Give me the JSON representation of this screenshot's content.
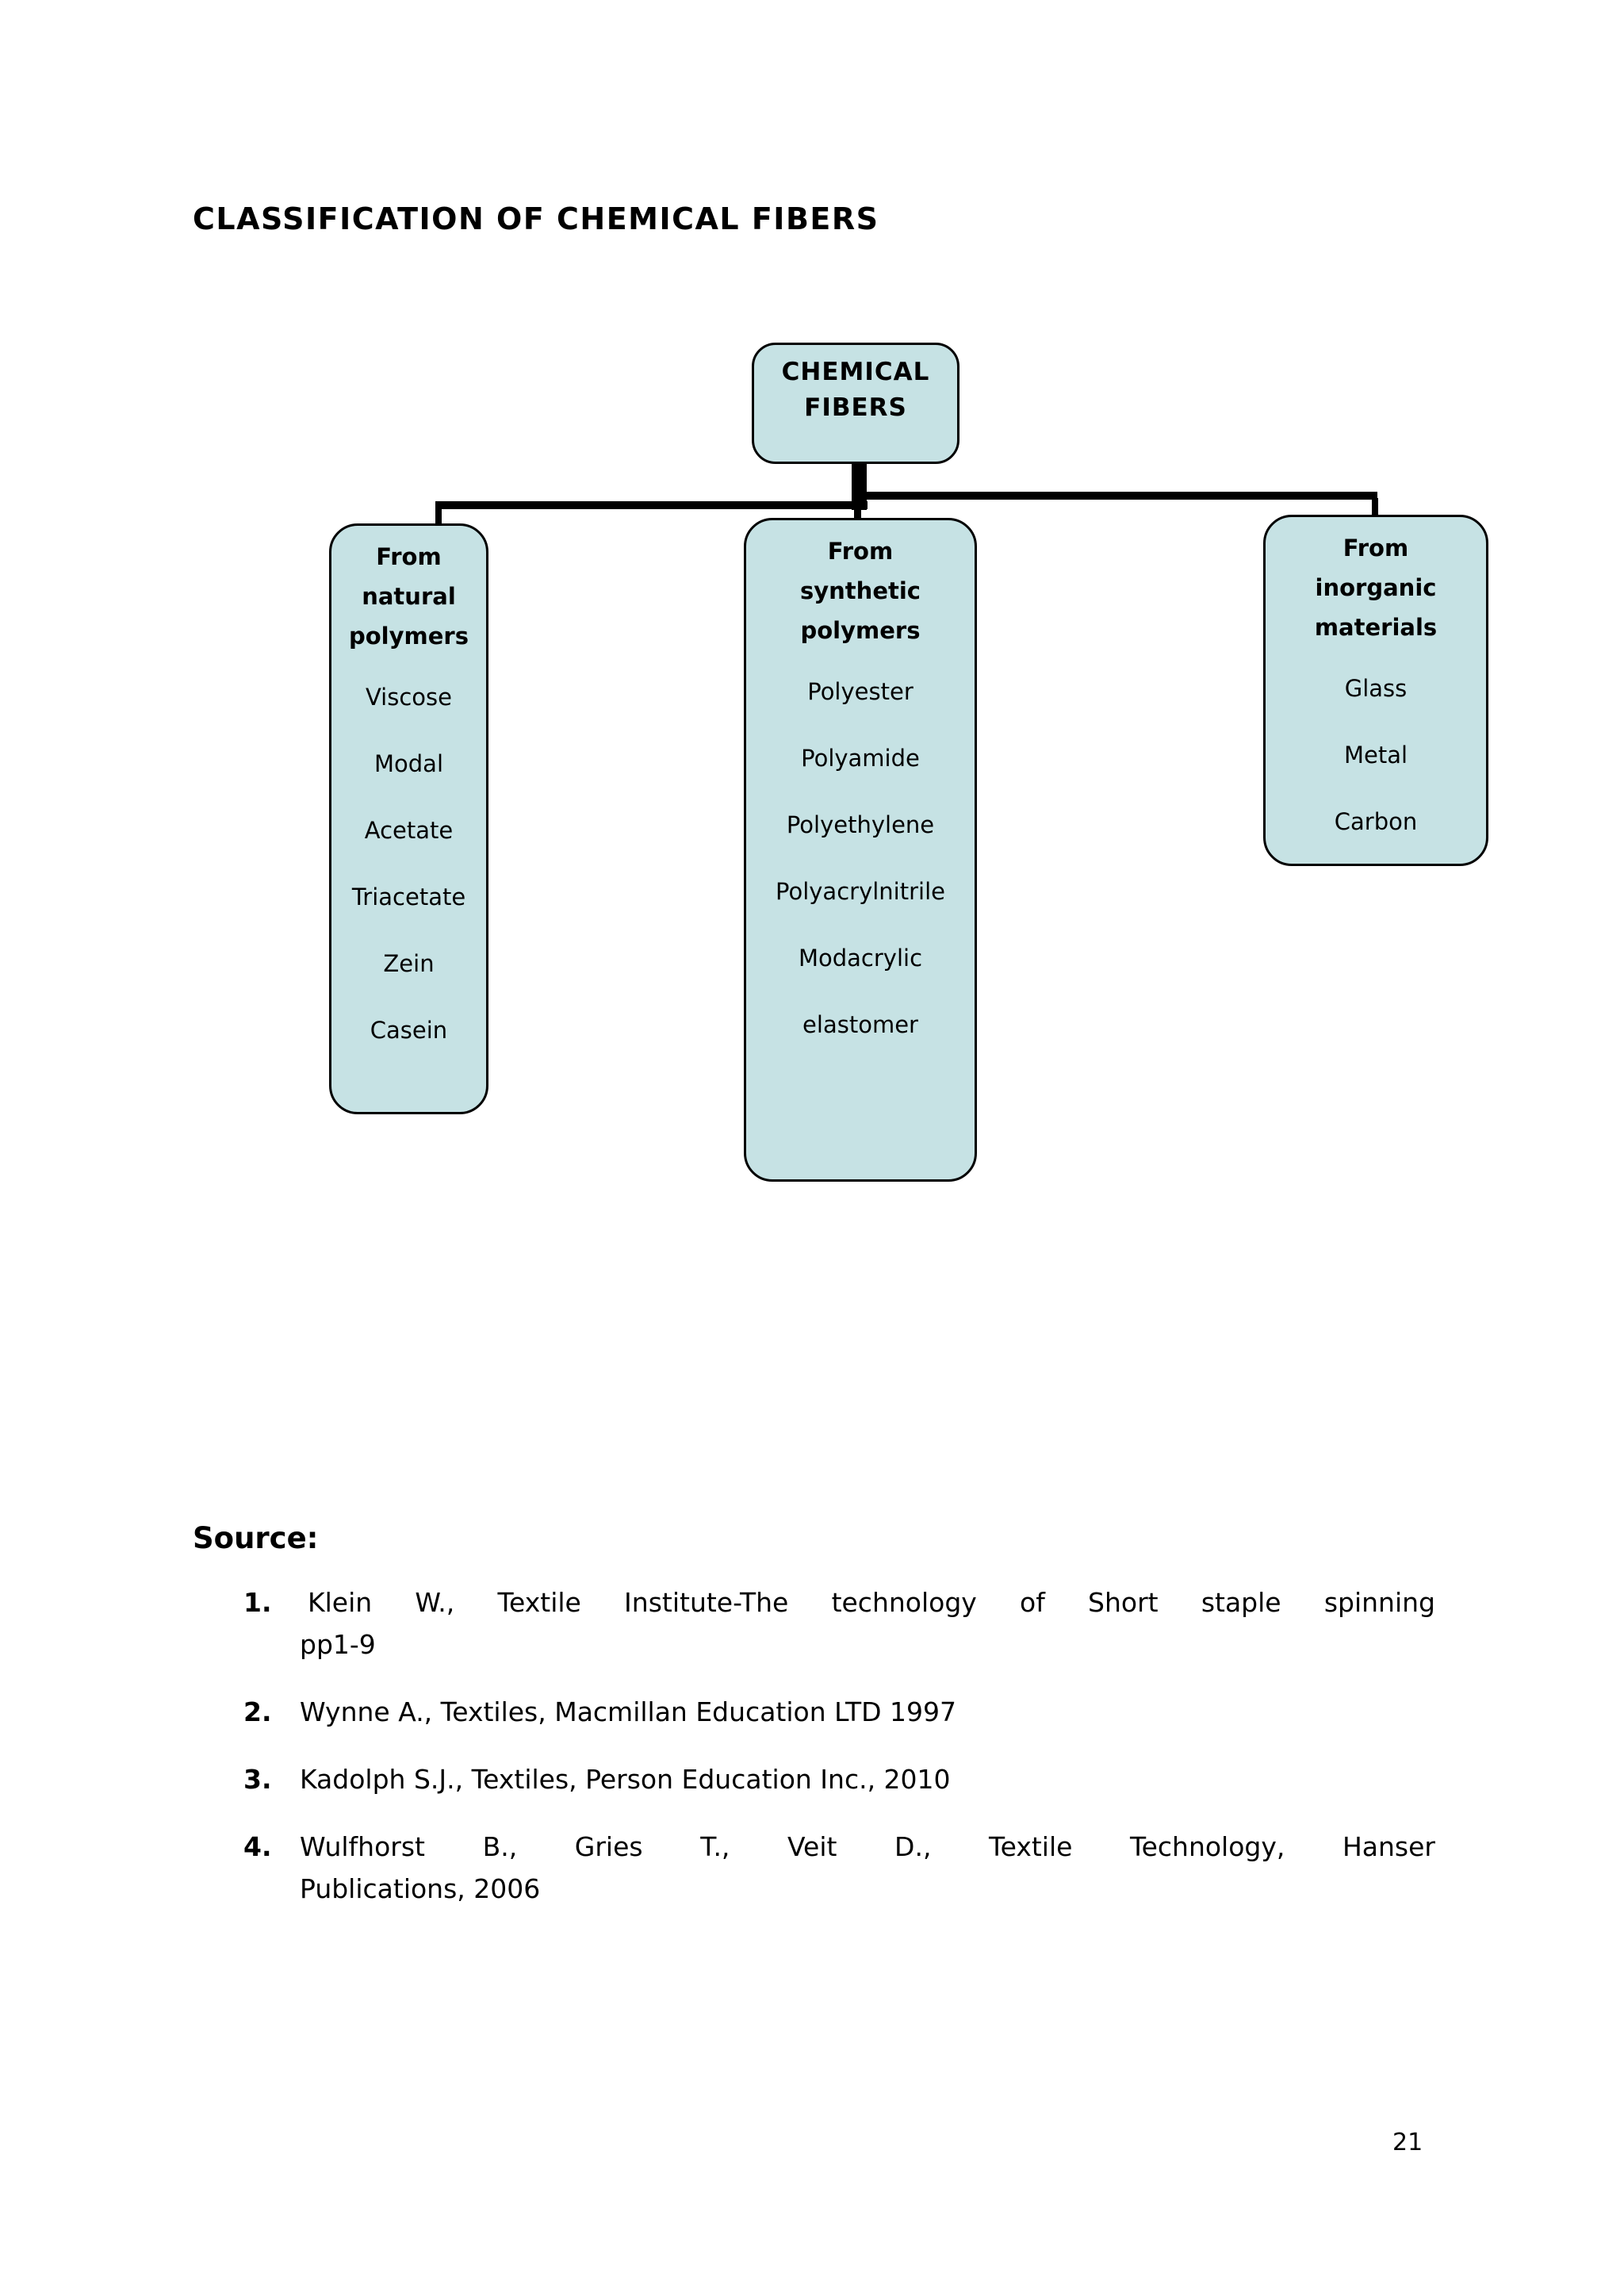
{
  "page": {
    "title": "CLASSIFICATION OF CHEMICAL FIBERS",
    "page_number": "21"
  },
  "diagram": {
    "box_fill_color": "#c6e2e4",
    "line_color": "#000000",
    "root_label": "CHEMICAL\nFIBERS",
    "branches": [
      {
        "header": "From\nnatural\npolymers",
        "items": [
          "Viscose",
          "Modal",
          "Acetate",
          "Triacetate",
          "Zein",
          "Casein"
        ]
      },
      {
        "header": "From\nsynthetic\npolymers",
        "items": [
          "Polyester",
          "Polyamide",
          "Polyethylene",
          "Polyacrylnitrile",
          "Modacrylic",
          "elastomer"
        ]
      },
      {
        "header": "From\ninorganic\nmaterials",
        "items": [
          "Glass",
          "Metal",
          "Carbon"
        ]
      }
    ]
  },
  "sources": {
    "heading": "Source:",
    "items": [
      {
        "number": "1.",
        "lines": [
          "Klein W., Textile Institute-The technology of Short staple spinning",
          "pp1-9"
        ]
      },
      {
        "number": "2.",
        "lines": [
          "Wynne A., Textiles, Macmillan Education LTD 1997"
        ]
      },
      {
        "number": "3.",
        "lines": [
          "Kadolph S.J., Textiles, Person Education Inc., 2010"
        ]
      },
      {
        "number": "4.",
        "lines": [
          "Wulfhorst B., Gries T., Veit D., Textile Technology, Hanser",
          "Publications, 2006"
        ]
      }
    ]
  }
}
